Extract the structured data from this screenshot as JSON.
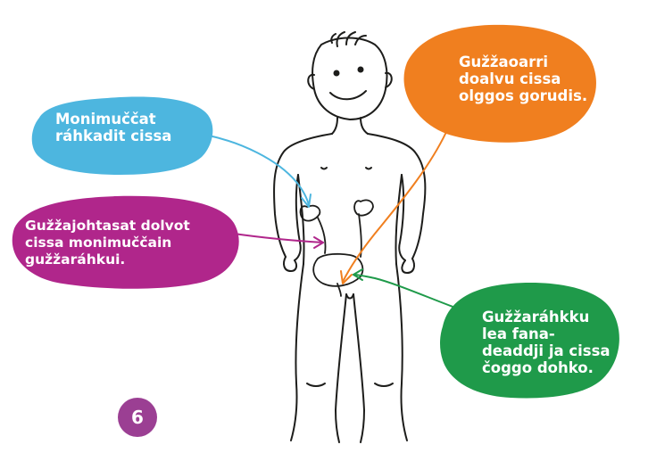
{
  "colors": {
    "kidney_bubble": "#4db6df",
    "ureter_bubble": "#b0268b",
    "bladder_bubble": "#f07f1f",
    "urethra_bubble": "#1f9a4a",
    "page_badge": "#9b3f93",
    "outline": "#1d1d1b"
  },
  "callouts": {
    "kidneys": "Monimuččat\nráhkadit cissa",
    "ureters": "Gužžajohtasat dolvot\ncissa monimuččain\ngužžaráhkui.",
    "bladder": "Gužžaoarri\ndoalvu cissa\nolggos gorudis.",
    "urethra": "Gužžaráhkku\nlea fana-\ndeaddji ja cissa\nčoggo dohko."
  },
  "page_number": "6"
}
